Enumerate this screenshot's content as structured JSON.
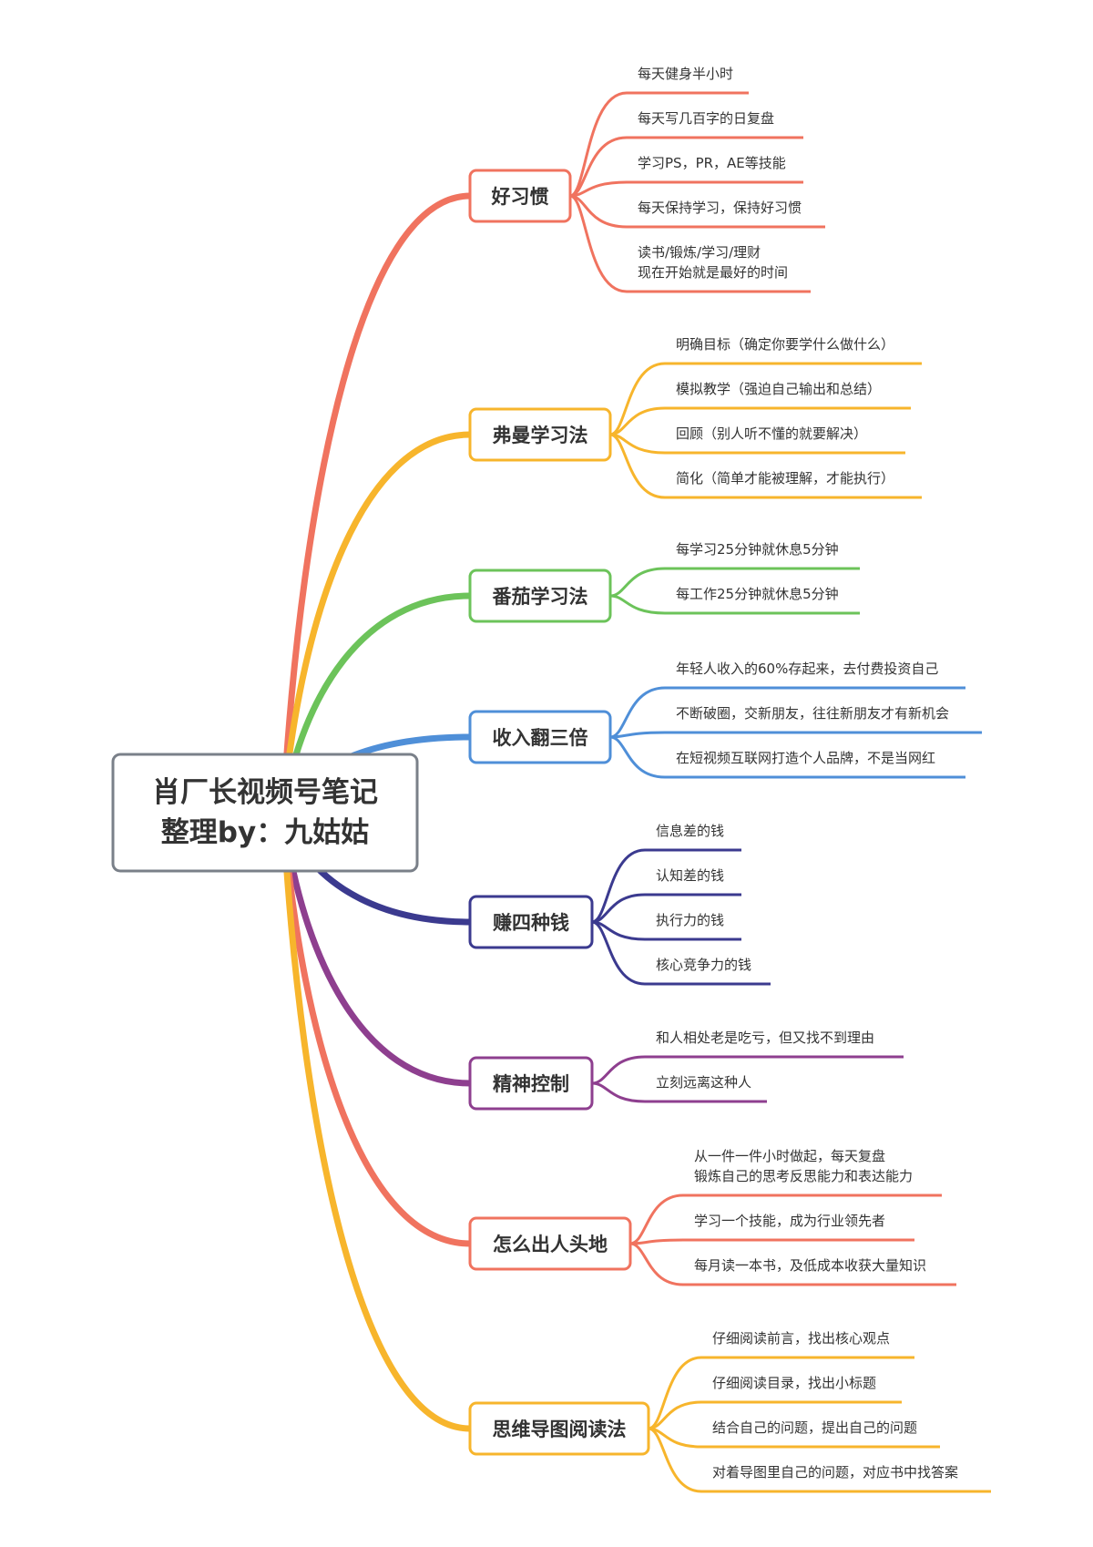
{
  "root": {
    "lines": [
      "肖厂长视频号笔记",
      "整理by：九姑姑"
    ],
    "border_color": "#7a8089"
  },
  "branches": [
    {
      "label": "好习惯",
      "color": "#f0735f",
      "items": [
        [
          "每天健身半小时"
        ],
        [
          "每天写几百字的日复盘"
        ],
        [
          "学习PS，PR，AE等技能"
        ],
        [
          "每天保持学习，保持好习惯"
        ],
        [
          "读书/锻炼/学习/理财",
          "现在开始就是最好的时间"
        ]
      ]
    },
    {
      "label": "弗曼学习法",
      "color": "#f7b52c",
      "items": [
        [
          "明确目标（确定你要学什么做什么）"
        ],
        [
          "模拟教学（强迫自己输出和总结）"
        ],
        [
          "回顾（别人听不懂的就要解决）"
        ],
        [
          "简化（简单才能被理解，才能执行）"
        ]
      ]
    },
    {
      "label": "番茄学习法",
      "color": "#6cc35a",
      "items": [
        [
          "每学习25分钟就休息5分钟"
        ],
        [
          "每工作25分钟就休息5分钟"
        ]
      ]
    },
    {
      "label": "收入翻三倍",
      "color": "#4f8fd8",
      "items": [
        [
          "年轻人收入的60%存起来，去付费投资自己"
        ],
        [
          "不断破圈，交新朋友，往往新朋友才有新机会"
        ],
        [
          "在短视频互联网打造个人品牌，不是当网红"
        ]
      ]
    },
    {
      "label": "赚四种钱",
      "color": "#3b3a8f",
      "items": [
        [
          "信息差的钱"
        ],
        [
          "认知差的钱"
        ],
        [
          "执行力的钱"
        ],
        [
          "核心竞争力的钱"
        ]
      ]
    },
    {
      "label": "精神控制",
      "color": "#8e3f8f",
      "items": [
        [
          "和人相处老是吃亏，但又找不到理由"
        ],
        [
          "立刻远离这种人"
        ]
      ]
    },
    {
      "label": "怎么出人头地",
      "color": "#f0735f",
      "items": [
        [
          "从一件一件小时做起，每天复盘",
          "锻炼自己的思考反思能力和表达能力"
        ],
        [
          "学习一个技能，成为行业领先者"
        ],
        [
          "每月读一本书，及低成本收获大量知识"
        ]
      ]
    },
    {
      "label": "思维导图阅读法",
      "color": "#f7b52c",
      "items": [
        [
          "仔细阅读前言，找出核心观点"
        ],
        [
          "仔细阅读目录，找出小标题"
        ],
        [
          "结合自己的问题，提出自己的问题"
        ],
        [
          "对着导图里自己的问题，对应书中找答案"
        ]
      ]
    }
  ]
}
